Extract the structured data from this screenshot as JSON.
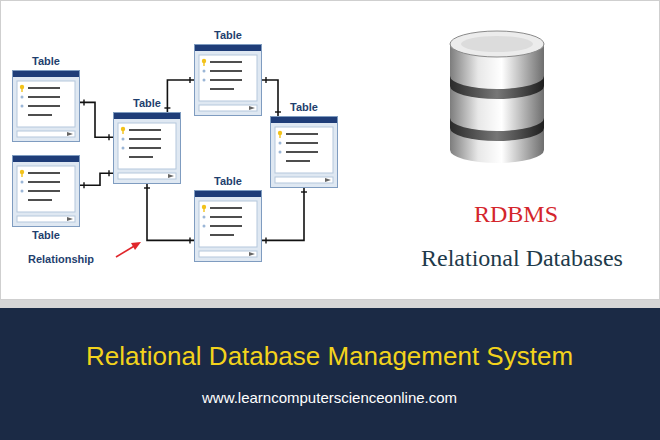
{
  "diagram": {
    "title": "Relational Database Management System",
    "nodes": [
      {
        "text": [
          "Table"
        ]
      },
      {
        "text": [
          "Table"
        ]
      },
      {
        "text": [
          "Table"
        ]
      },
      {
        "text": [
          "Table"
        ]
      },
      {
        "text": [
          "Table"
        ]
      },
      {
        "text": [
          "Table"
        ]
      }
    ],
    "edges": [
      {
        "from": 0,
        "to": 2,
        "arrow": "none"
      },
      {
        "from": 1,
        "to": 2,
        "arrow": "none"
      },
      {
        "from": 2,
        "to": 3,
        "arrow": "none"
      },
      {
        "from": 3,
        "to": 4,
        "arrow": "none"
      },
      {
        "from": 4,
        "to": 5,
        "arrow": "none"
      },
      {
        "from": 5,
        "to": 2,
        "arrow": "none"
      }
    ],
    "labels": [
      "Relationship",
      "RDBMS",
      "Relational Databases",
      "www.learncomputerscienceonline.com"
    ]
  }
}
